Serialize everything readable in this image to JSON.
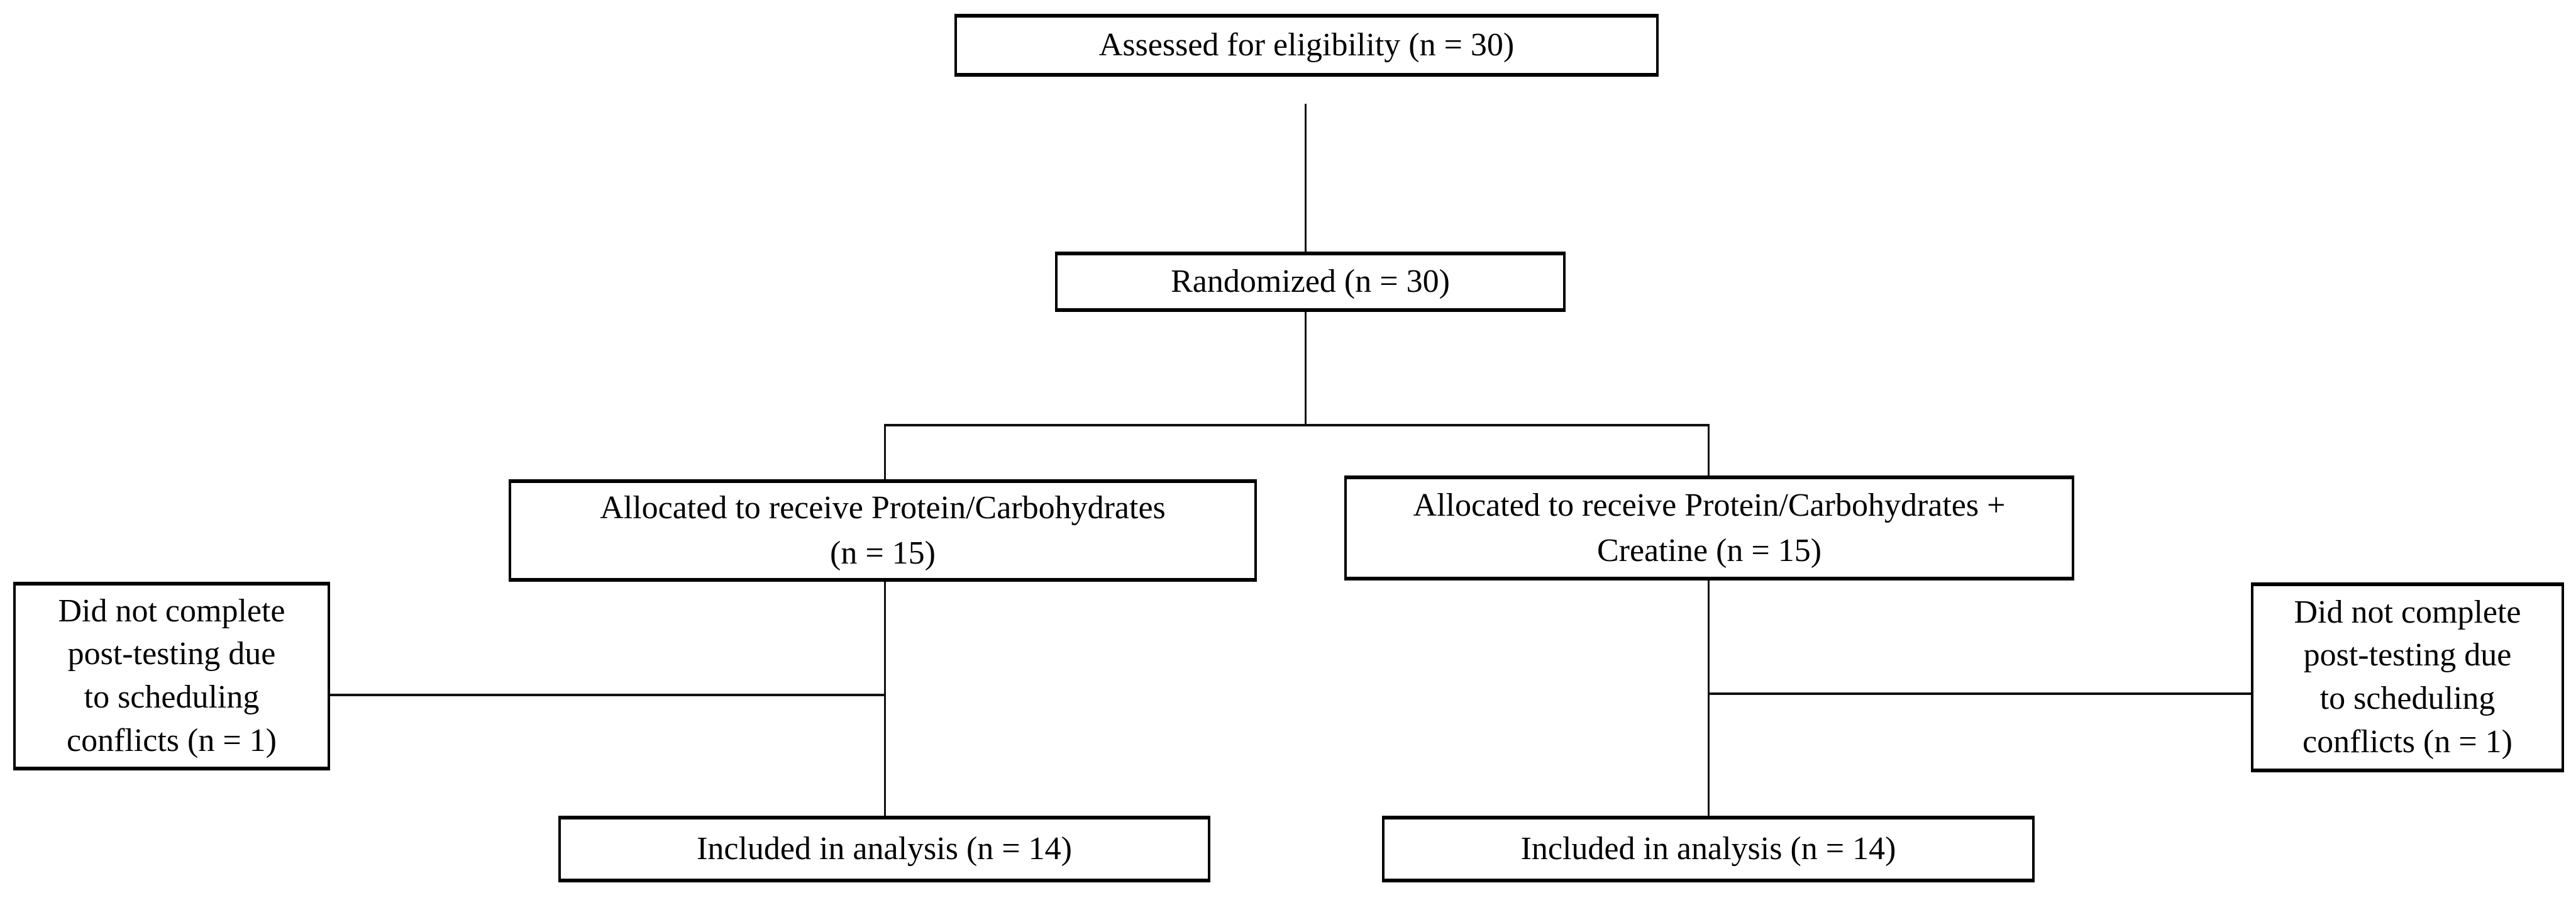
{
  "diagram": {
    "kind": "participant-flow-diagram",
    "nodes": {
      "assessed": {
        "label": "Assessed for eligibility (n = 30)"
      },
      "randomized": {
        "label": "Randomized (n = 30)"
      },
      "alloc_left": {
        "label": "Allocated to receive Protein/Carbohydrates\n(n = 15)"
      },
      "alloc_right": {
        "label": "Allocated to receive Protein/Carbohydrates +\nCreatine (n = 15)"
      },
      "dropout_left": {
        "label": "Did not complete\npost-testing due\nto scheduling\nconflicts (n = 1)"
      },
      "dropout_right": {
        "label": "Did not complete\npost-testing due\nto scheduling\nconflicts (n = 1)"
      },
      "analysis_left": {
        "label": "Included in analysis (n = 14)"
      },
      "analysis_right": {
        "label": "Included in analysis (n = 14)"
      }
    },
    "edges": [
      {
        "from": "assessed",
        "to": "randomized"
      },
      {
        "from": "randomized",
        "to": "alloc_left"
      },
      {
        "from": "randomized",
        "to": "alloc_right"
      },
      {
        "from": "alloc_left",
        "to": "dropout_left"
      },
      {
        "from": "alloc_left",
        "to": "analysis_left"
      },
      {
        "from": "alloc_right",
        "to": "dropout_right"
      },
      {
        "from": "alloc_right",
        "to": "analysis_right"
      }
    ],
    "colors": {
      "box_border": "#000000",
      "box_background": "#ffffff",
      "connector_line": "#111111",
      "text": "#000000",
      "page_background": "#ffffff"
    }
  }
}
